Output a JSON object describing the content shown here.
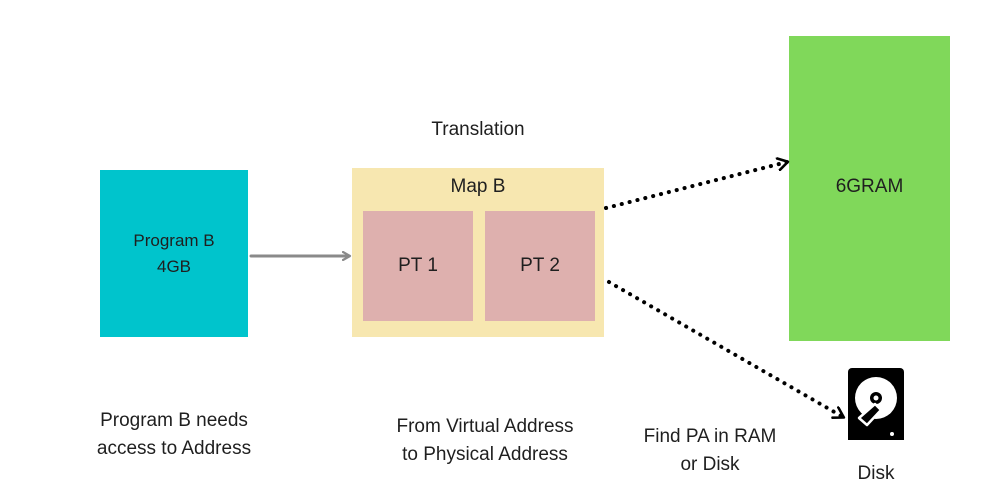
{
  "program": {
    "line1": "Program B",
    "line2": "4GB"
  },
  "translation_label": "Translation",
  "map": {
    "title": "Map B",
    "pt1": "PT 1",
    "pt2": "PT 2"
  },
  "ram_label": "6GRAM",
  "captions": {
    "program_line1": "Program B needs",
    "program_line2": "access to Address",
    "va_line1": "From Virtual Address",
    "va_line2": "to Physical Address",
    "pa_line1": "Find PA in RAM",
    "pa_line2": "or Disk"
  },
  "disk_label": "Disk",
  "disk_icon": "hard-disk-icon",
  "colors": {
    "program": "#00c4cc",
    "map": "#f7e7b0",
    "page_table": "#deb0ae",
    "ram": "#80d85a",
    "solid_arrow": "#8a8a8a",
    "dotted_arrow": "#000000"
  }
}
